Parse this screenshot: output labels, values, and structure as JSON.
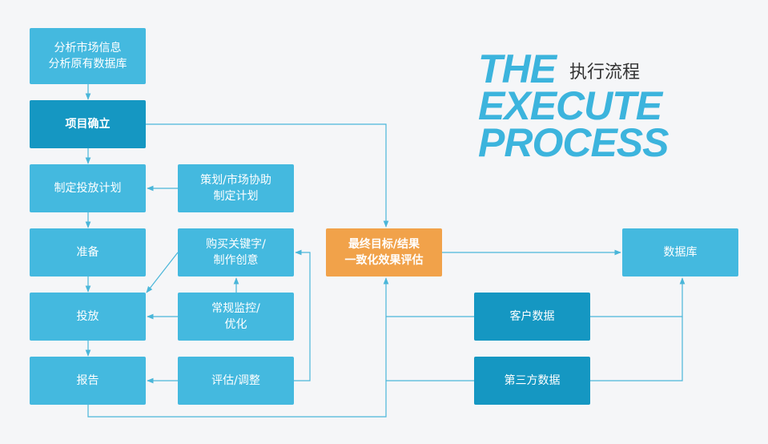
{
  "title": {
    "line1": "THE",
    "line2": "EXECUTE",
    "line3": "PROCESS",
    "chinese": "执行流程"
  },
  "nodes": {
    "analyze": "分析市场信息\n分析原有数据库",
    "project": "项目确立",
    "plan": "制定投放计划",
    "strategy": "策划/市场协助\n制定计划",
    "prepare": "准备",
    "keywords": "购买关键字/\n制作创意",
    "deliver": "投放",
    "monitor": "常规监控/\n优化",
    "report": "报告",
    "evaluate": "评估/调整",
    "goal": "最终目标/结果\n一致化效果评估",
    "database": "数据库",
    "customer": "客户数据",
    "thirdparty": "第三方数据"
  },
  "colors": {
    "light_box": "#44b9df",
    "dark_box": "#1597c2",
    "orange_box": "#f1a24a",
    "connector": "#4ab6d9",
    "title": "#3cb4dd"
  }
}
